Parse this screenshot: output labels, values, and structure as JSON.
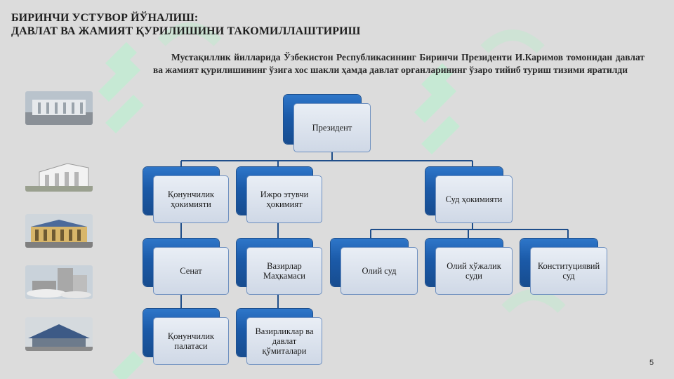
{
  "slide": {
    "title_line1": "БИРИНЧИ УСТУВОР ЙЎНАЛИШ:",
    "title_line2": "ДАВЛАТ  ВА ЖАМИЯТ ҚУРИЛИШИНИ ТАКОМИЛЛАШТИРИШ",
    "intro": "Мустақиллик йилларида Ўзбекистон Республикасининг Биринчи Президенти И.Каримов томонидан давлат ва жамият қурилишининг ўзига хос шакли ҳамда давлат органларининг ўзаро тийиб туриш тизими яратилди",
    "page_number": "5"
  },
  "diagram": {
    "president": "Президент",
    "legislative": "Қонунчилик ҳокимияти",
    "executive": "Ижро этувчи ҳокимият",
    "judicial": "Суд ҳокимияти",
    "senate": "Сенат",
    "cabinet": "Вазирлар Маҳкамаси",
    "chamber": "Қонунчилик палатаси",
    "ministries": "Вазирликлар ва давлат қўмиталари",
    "supreme_court": "Олий суд",
    "economic_court": "Олий хўжалик суди",
    "constitutional_court": "Конституциявий суд"
  },
  "colors": {
    "background": "#dcdcdc",
    "node_back": "#1b5aa8",
    "node_face": "#dce3ee",
    "connector": "#1f4e8a",
    "watermark": "#bfe6cf"
  }
}
